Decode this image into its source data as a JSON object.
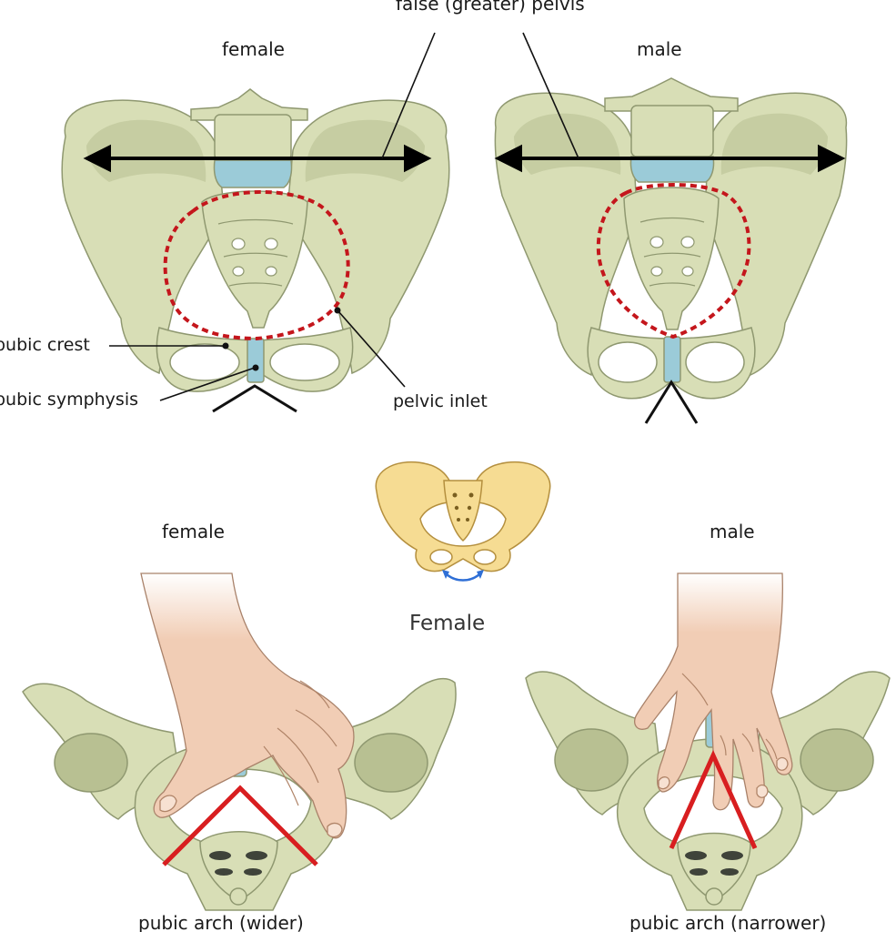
{
  "labels": {
    "false_pelvis": "false (greater) pelvis",
    "top_female": "female",
    "top_male": "male",
    "pubic_crest": "pubic crest",
    "pubic_symphysis": "pubic symphysis",
    "pelvic_inlet": "pelvic inlet",
    "bottom_female": "female",
    "bottom_male": "male",
    "center_caption": "Female",
    "arch_wider": "pubic arch (wider)",
    "arch_narrower": "pubic arch (narrower)"
  },
  "colors": {
    "bone": "#d8deb6",
    "bone_dark": "#b8c092",
    "bone_outline": "#8f9870",
    "cartilage": "#9bcbd8",
    "inlet_dash": "#c4161c",
    "arch_line": "#d81e20",
    "arrow": "#000000",
    "skin": "#f1cdb5",
    "mini_bone": "#f6dc93",
    "mini_arrow": "#2f6fd6"
  }
}
